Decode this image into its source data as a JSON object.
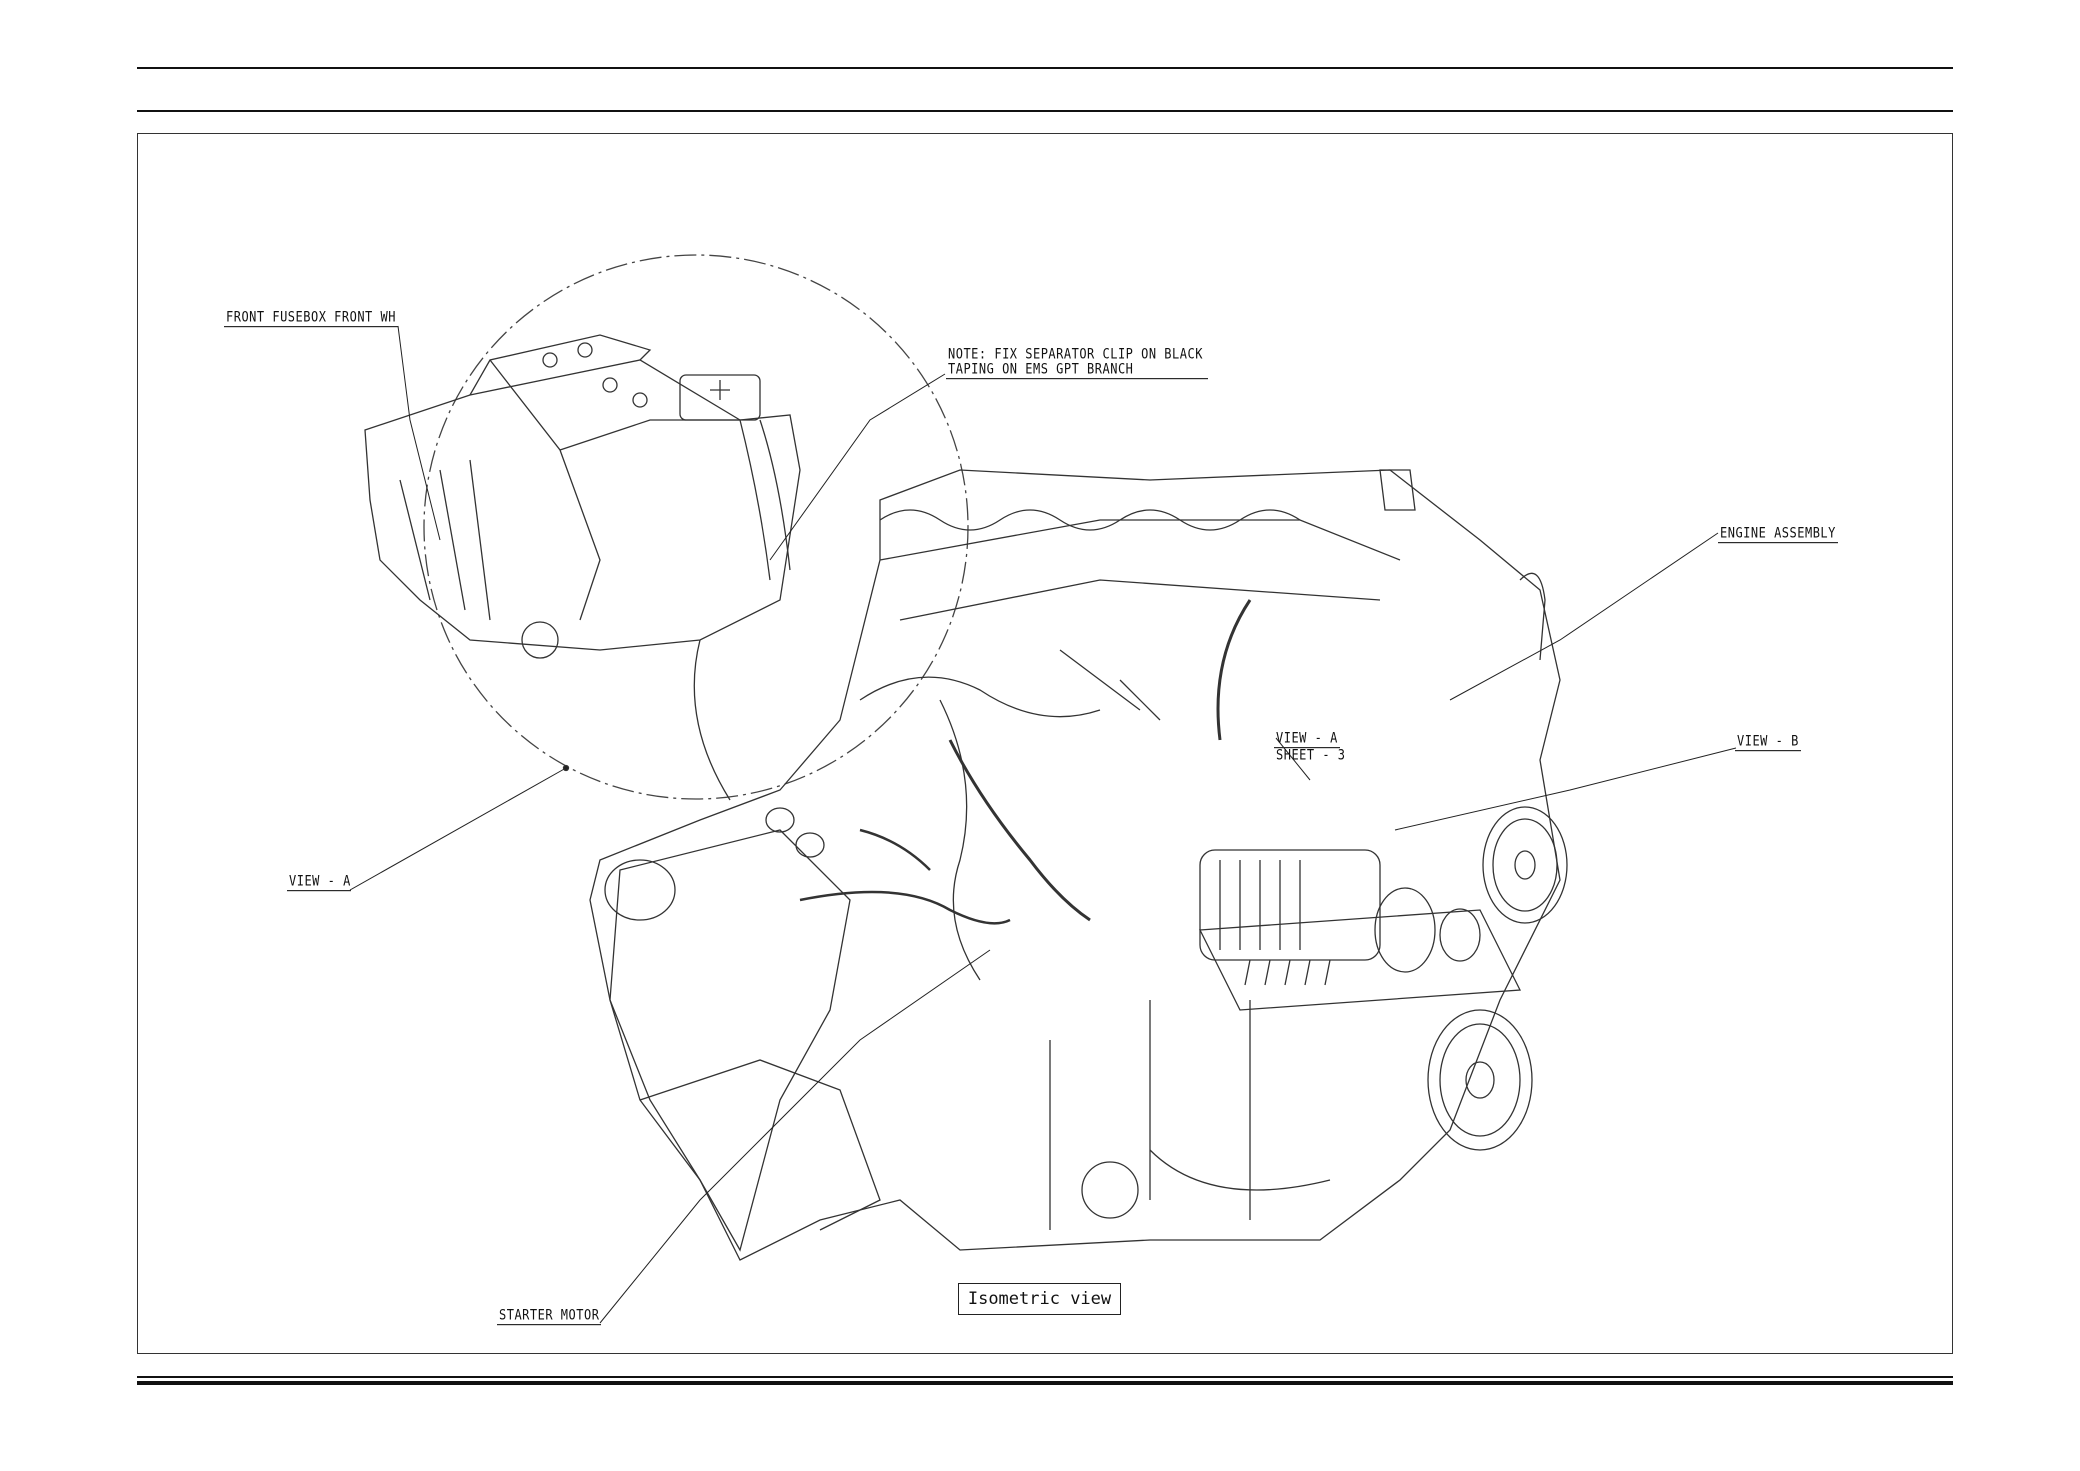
{
  "callouts": {
    "front_fusebox": "FRONT FUSEBOX FRONT WH",
    "note_line1": "NOTE: FIX SEPARATOR CLIP ON BLACK",
    "note_line2": "TAPING ON EMS GPT BRANCH",
    "engine_assembly": "ENGINE ASSEMBLY",
    "view_b": "VIEW - B",
    "view_a_center": "VIEW - A",
    "sheet_3": "SHEET - 3",
    "view_a_left": "VIEW - A",
    "starter_motor": "STARTER MOTOR"
  },
  "view_title": "Isometric view"
}
